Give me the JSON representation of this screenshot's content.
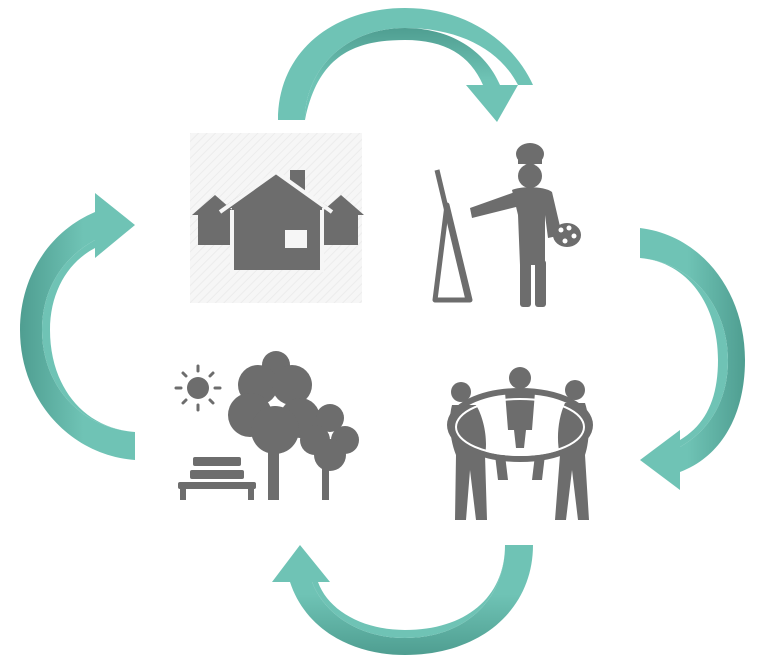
{
  "diagram": {
    "type": "cycle",
    "nodes": [
      {
        "id": "home",
        "icon": "houses-icon"
      },
      {
        "id": "art",
        "icon": "painter-icon"
      },
      {
        "id": "community",
        "icon": "people-circle-icon"
      },
      {
        "id": "park",
        "icon": "park-icon"
      }
    ],
    "flow": [
      "home",
      "art",
      "community",
      "park",
      "home"
    ]
  },
  "colors": {
    "arrow_main": "#6fc3b5",
    "arrow_shade": "#4f9e91",
    "icon": "#6d6d6d",
    "icon_tile": "#f4f4f4"
  }
}
